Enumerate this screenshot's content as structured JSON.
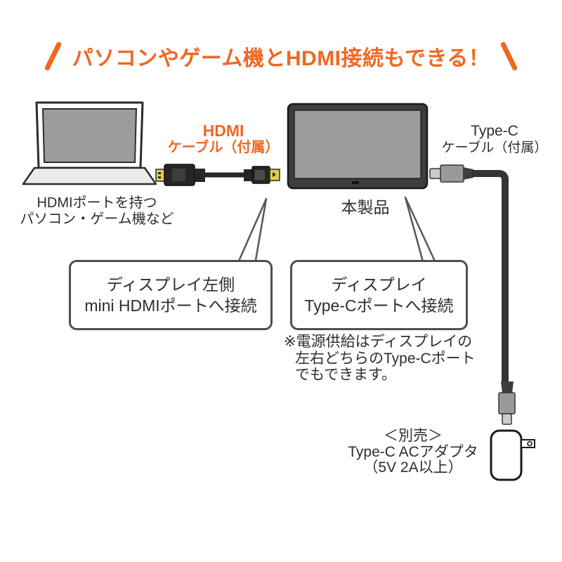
{
  "title": {
    "text": "パソコンやゲーム機とHDMI接続もできる！"
  },
  "labels": {
    "hdmi_cable": {
      "line1": "HDMI",
      "line2": "ケーブル（付属）"
    },
    "typec_cable": {
      "line1": "Type-C",
      "line2": "ケーブル（付属）"
    },
    "laptop_caption": {
      "line1": "HDMIポートを持つ",
      "line2": "パソコン・ゲーム機など"
    },
    "product_caption": "本製品"
  },
  "callouts": {
    "hdmi": {
      "line1": "ディスプレイ左側",
      "line2": "mini HDMIポートへ接続"
    },
    "typec": {
      "line1": "ディスプレイ",
      "line2": "Type-Cポートへ接続"
    }
  },
  "power_note": {
    "line1": "※電源供給はディスプレイの",
    "line2": "左右どちらのType-Cポート",
    "line3": "でもできます。"
  },
  "ac_adapter_caption": {
    "line1": "＜別売＞",
    "line2": "Type-C ACアダプタ",
    "line3": "（5V 2A以上）"
  },
  "colors": {
    "accent_orange": "#f16721",
    "callout_outline": "#4f4f4f",
    "text": "#2e2e2e",
    "screen_gray": "#9c9c9c",
    "monitor_frame": "#3d3d3d",
    "connector_gold": "#e3cb4a",
    "cable_black": "#2b2b2b",
    "typec_gray": "#9a9a9a"
  }
}
